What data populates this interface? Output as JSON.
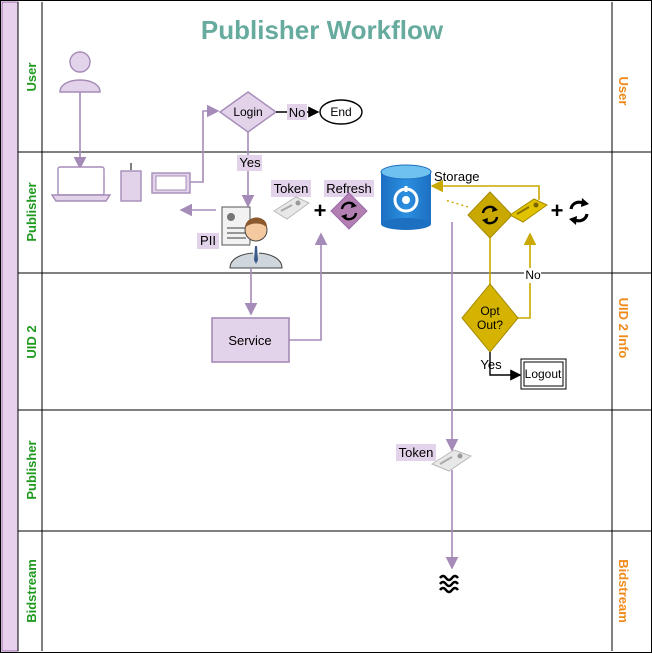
{
  "title": "Publisher Workflow",
  "lanes_left": [
    "User",
    "Publisher",
    "UID 2",
    "Publisher",
    "Bidstream"
  ],
  "lanes_right": [
    "User",
    "UID 2 Info",
    "Bidstream"
  ],
  "nodes": {
    "login": "Login",
    "end": "End",
    "no_login": "No",
    "yes_login": "Yes",
    "token": "Token",
    "refresh": "Refresh",
    "storage": "Storage",
    "pii": "PII",
    "service": "Service",
    "opt_out_line1": "Opt",
    "opt_out_line2": "Out?",
    "yes_opt": "Yes",
    "no_opt": "No",
    "logout": "Logout",
    "token_lower": "Token"
  },
  "colors": {
    "edge": "#a58bb8",
    "lane_bar": "#e6d0ee",
    "gold": "#c9a800",
    "title": "#67ab9f",
    "left_label": "#1f9a1f",
    "right_label": "#f08a1c"
  }
}
